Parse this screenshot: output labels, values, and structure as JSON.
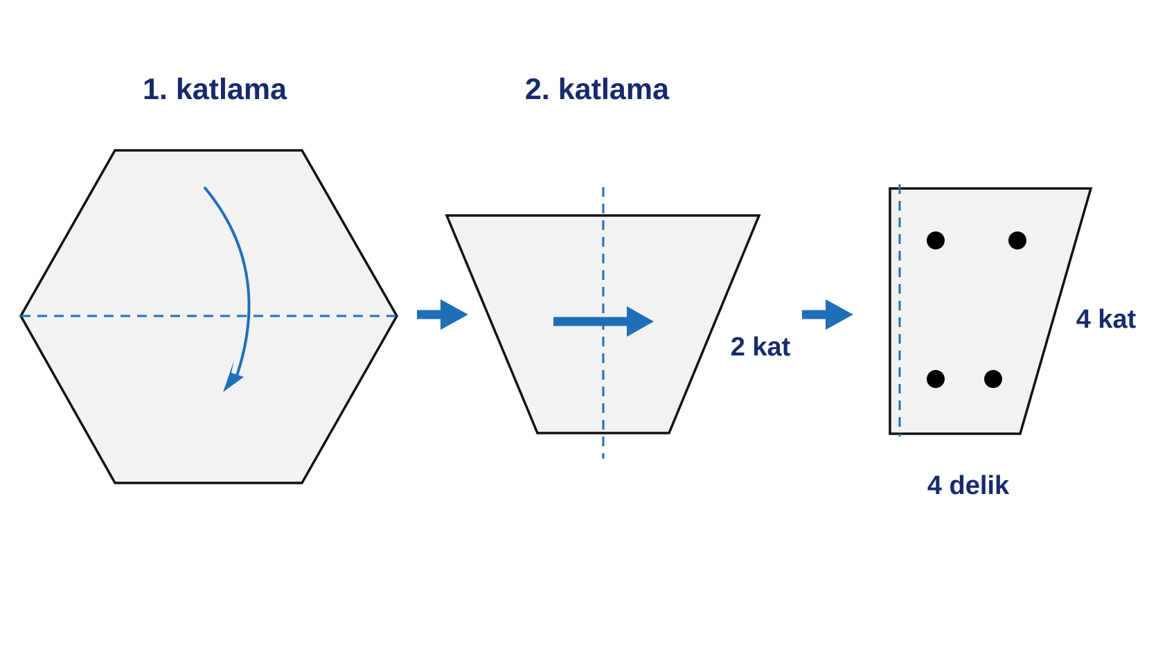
{
  "step1": {
    "title": "1. katlama"
  },
  "step2": {
    "title": "2. katlama",
    "layers_label": "2 kat"
  },
  "step3": {
    "layers_label": "4 kat",
    "holes_label": "4 delik",
    "hole_count": 4
  },
  "colors": {
    "text": "#172a6a",
    "accent_blue": "#1f6fb8",
    "sheet_fill": "#f2f2f2",
    "outline": "#111111",
    "hole": "#000000"
  },
  "icons": {
    "fold_direction": "curved-arrow-down-icon",
    "step_transition": "arrow-right-icon",
    "fold_direction_right": "arrow-right-icon"
  }
}
